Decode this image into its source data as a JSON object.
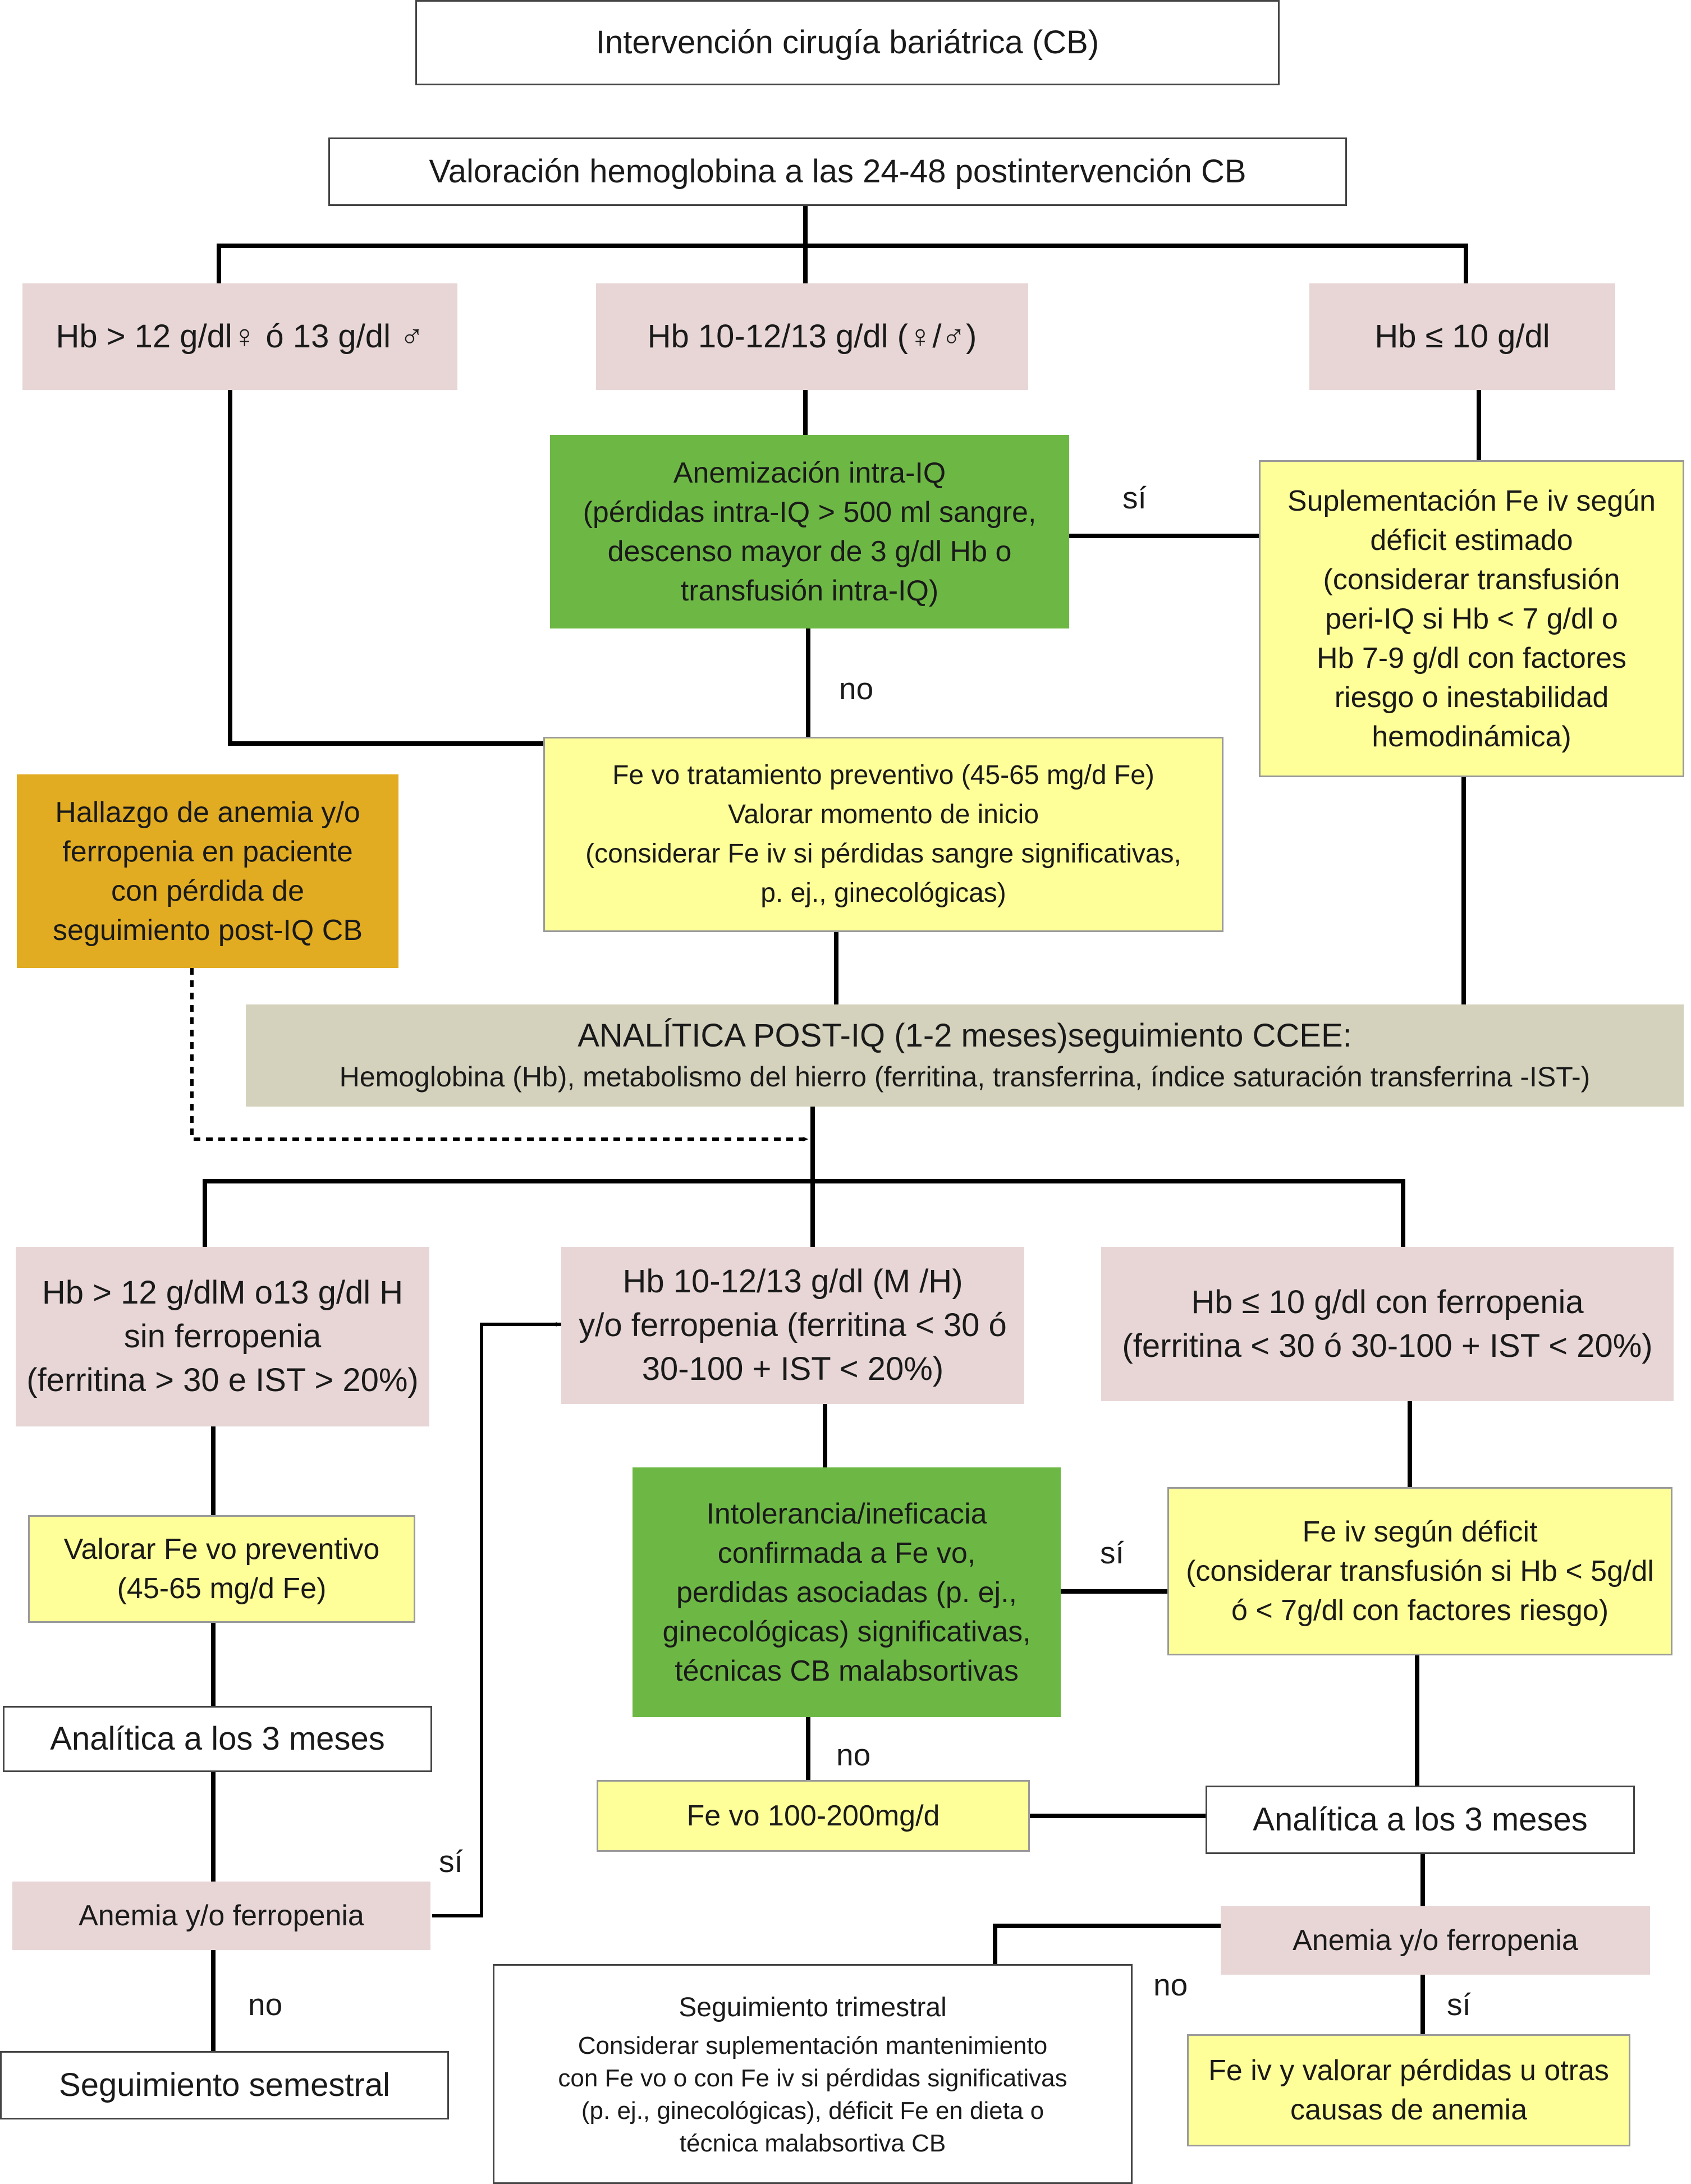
{
  "nodes": {
    "cb": [
      "Intervención cirugía bariátrica (CB)"
    ],
    "valoracion": [
      "Valoración hemoglobina a las 24-48 postintervención CB"
    ],
    "hb_high": [
      "Hb > 12 g/dl♀ ó 13 g/dl ♂"
    ],
    "hb_mid": [
      "Hb 10-12/13 g/dl (♀/♂)"
    ],
    "hb_low": [
      "Hb ≤ 10 g/dl"
    ],
    "anemizacion": [
      "Anemización intra-IQ",
      "(pérdidas intra-IQ > 500 ml sangre,",
      "descenso mayor de 3 g/dl Hb o",
      "transfusión intra-IQ)"
    ],
    "suplementacion": [
      "Suplementación Fe iv según",
      "déficit estimado",
      "(considerar transfusión",
      "peri-IQ si Hb < 7 g/dl o",
      "Hb 7-9 g/dl con factores",
      "riesgo o inestabilidad",
      "hemodinámica)"
    ],
    "fe_vo_prev": [
      "Fe vo tratamiento preventivo (45-65 mg/d Fe)",
      "Valorar momento de inicio",
      "(considerar Fe iv si pérdidas sangre significativas,",
      "p. ej., ginecológicas)"
    ],
    "hallazgo": [
      "Hallazgo de anemia y/o",
      "ferropenia en paciente",
      "con pérdida de",
      "seguimiento post-IQ CB"
    ],
    "analitica_post": [
      "ANALÍTICA POST-IQ (1-2 meses)seguimiento CCEE:",
      "Hemoglobina (Hb), metabolismo del hierro (ferritina, transferrina, índice saturación transferrina -IST-)"
    ],
    "hb2_high": [
      "Hb > 12 g/dlM o13 g/dl H",
      "sin ferropenia",
      "(ferritina > 30 e  IST > 20%)"
    ],
    "hb2_mid": [
      "Hb 10-12/13 g/dl (M /H)",
      "y/o ferropenia (ferritina < 30 ó",
      "30-100 + IST < 20%)"
    ],
    "hb2_low": [
      "Hb ≤ 10 g/dl con ferropenia",
      "(ferritina < 30 ó 30-100 + IST < 20%)"
    ],
    "valorar_fe": [
      "Valorar Fe vo preventivo",
      "(45-65 mg/d Fe)"
    ],
    "intolerancia": [
      "Intolerancia/ineficacia",
      "confirmada a Fe vo,",
      "perdidas asociadas (p. ej.,",
      "ginecológicas) significativas,",
      "técnicas CB malabsortivas"
    ],
    "fe_iv_deficit": [
      "Fe iv según déficit",
      "(considerar transfusión si Hb < 5g/dl",
      "ó < 7g/dl con factores riesgo)"
    ],
    "analitica3_left": [
      "Analítica a los 3 meses"
    ],
    "fe_vo_100": [
      "Fe vo 100-200mg/d"
    ],
    "analitica3_right": [
      "Analítica a los 3 meses"
    ],
    "anemia_left": [
      "Anemia y/o ferropenia"
    ],
    "anemia_right": [
      "Anemia y/o ferropenia"
    ],
    "seguimiento_sem": [
      "Seguimiento semestral"
    ],
    "seguimiento_trim_title": [
      "Seguimiento trimestral"
    ],
    "seguimiento_trim_body": [
      "Considerar suplementación mantenimiento",
      "con Fe vo o con Fe iv si pérdidas significativas",
      "(p. ej., ginecológicas), déficit Fe en dieta o",
      "técnica malabsortiva CB"
    ],
    "fe_iv_valorar": [
      "Fe iv  y valorar pérdidas u otras",
      "causas de anemia"
    ]
  },
  "edge_labels": {
    "si_anemizacion": "sí",
    "no_anemizacion": "no",
    "si_intolerancia": "sí",
    "no_intolerancia": "no",
    "si_anemia_left": "sí",
    "no_anemia_left": "no",
    "no_anemia_right": "no",
    "si_anemia_right": "sí"
  },
  "colors": {
    "pink": "#e8d6d6",
    "green": "#6db845",
    "yellow": "#ffff99",
    "orange": "#e2ac22",
    "beige": "#d4d2bd",
    "line": "#000000"
  }
}
